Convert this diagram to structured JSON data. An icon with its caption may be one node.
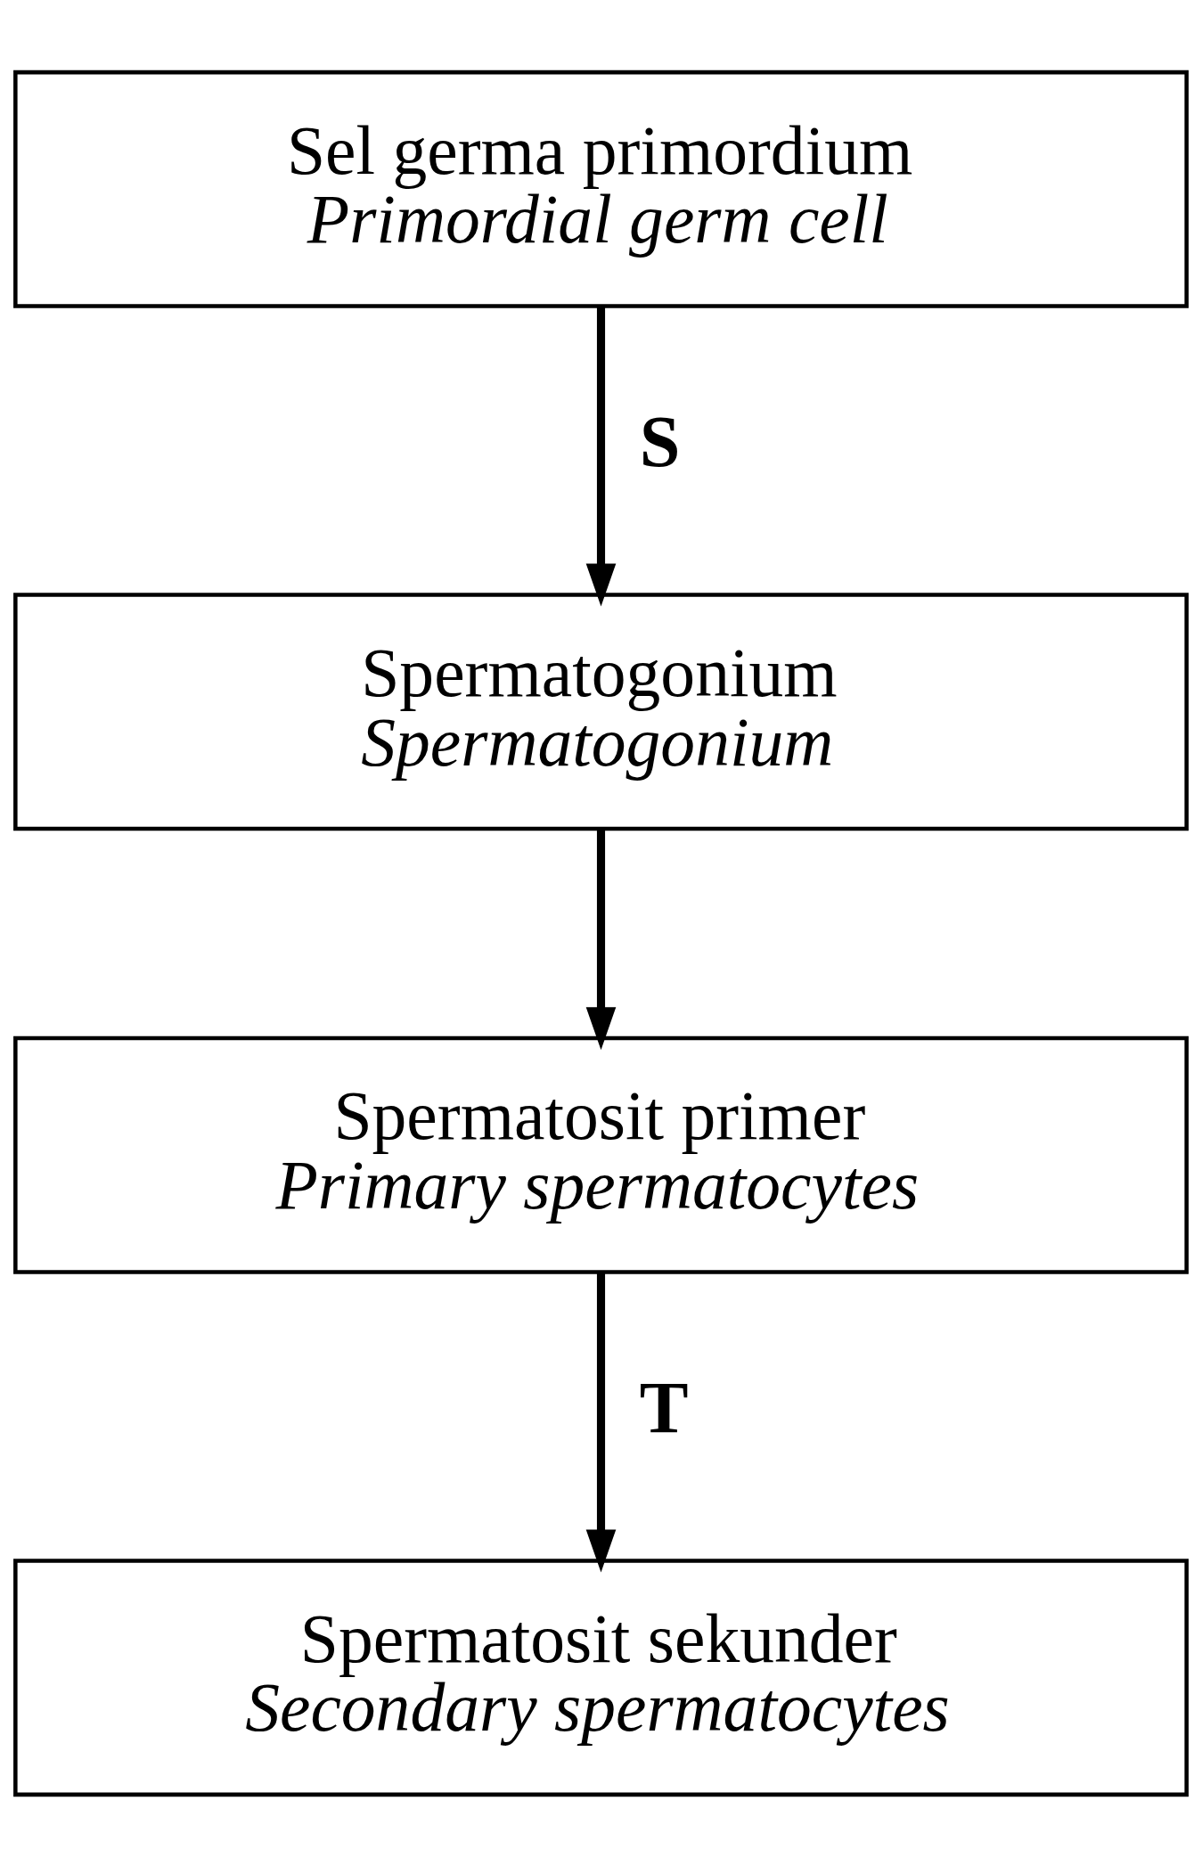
{
  "diagram": {
    "nodes": [
      {
        "text": [
          "Sel germa primordium",
          "Primordial germ cell"
        ]
      },
      {
        "text": [
          "Spermatogonium",
          "Spermatogonium"
        ]
      },
      {
        "text": [
          "Spermatosit primer",
          "Primary spermatocytes"
        ]
      },
      {
        "text": [
          "Spermatosit sekunder",
          "Secondary spermatocytes"
        ]
      }
    ],
    "edges": [
      {
        "from": 0,
        "to": 1,
        "arrow": "to",
        "label": "S"
      },
      {
        "from": 1,
        "to": 2,
        "arrow": "to"
      },
      {
        "from": 2,
        "to": 3,
        "arrow": "to",
        "label": "T"
      }
    ]
  }
}
